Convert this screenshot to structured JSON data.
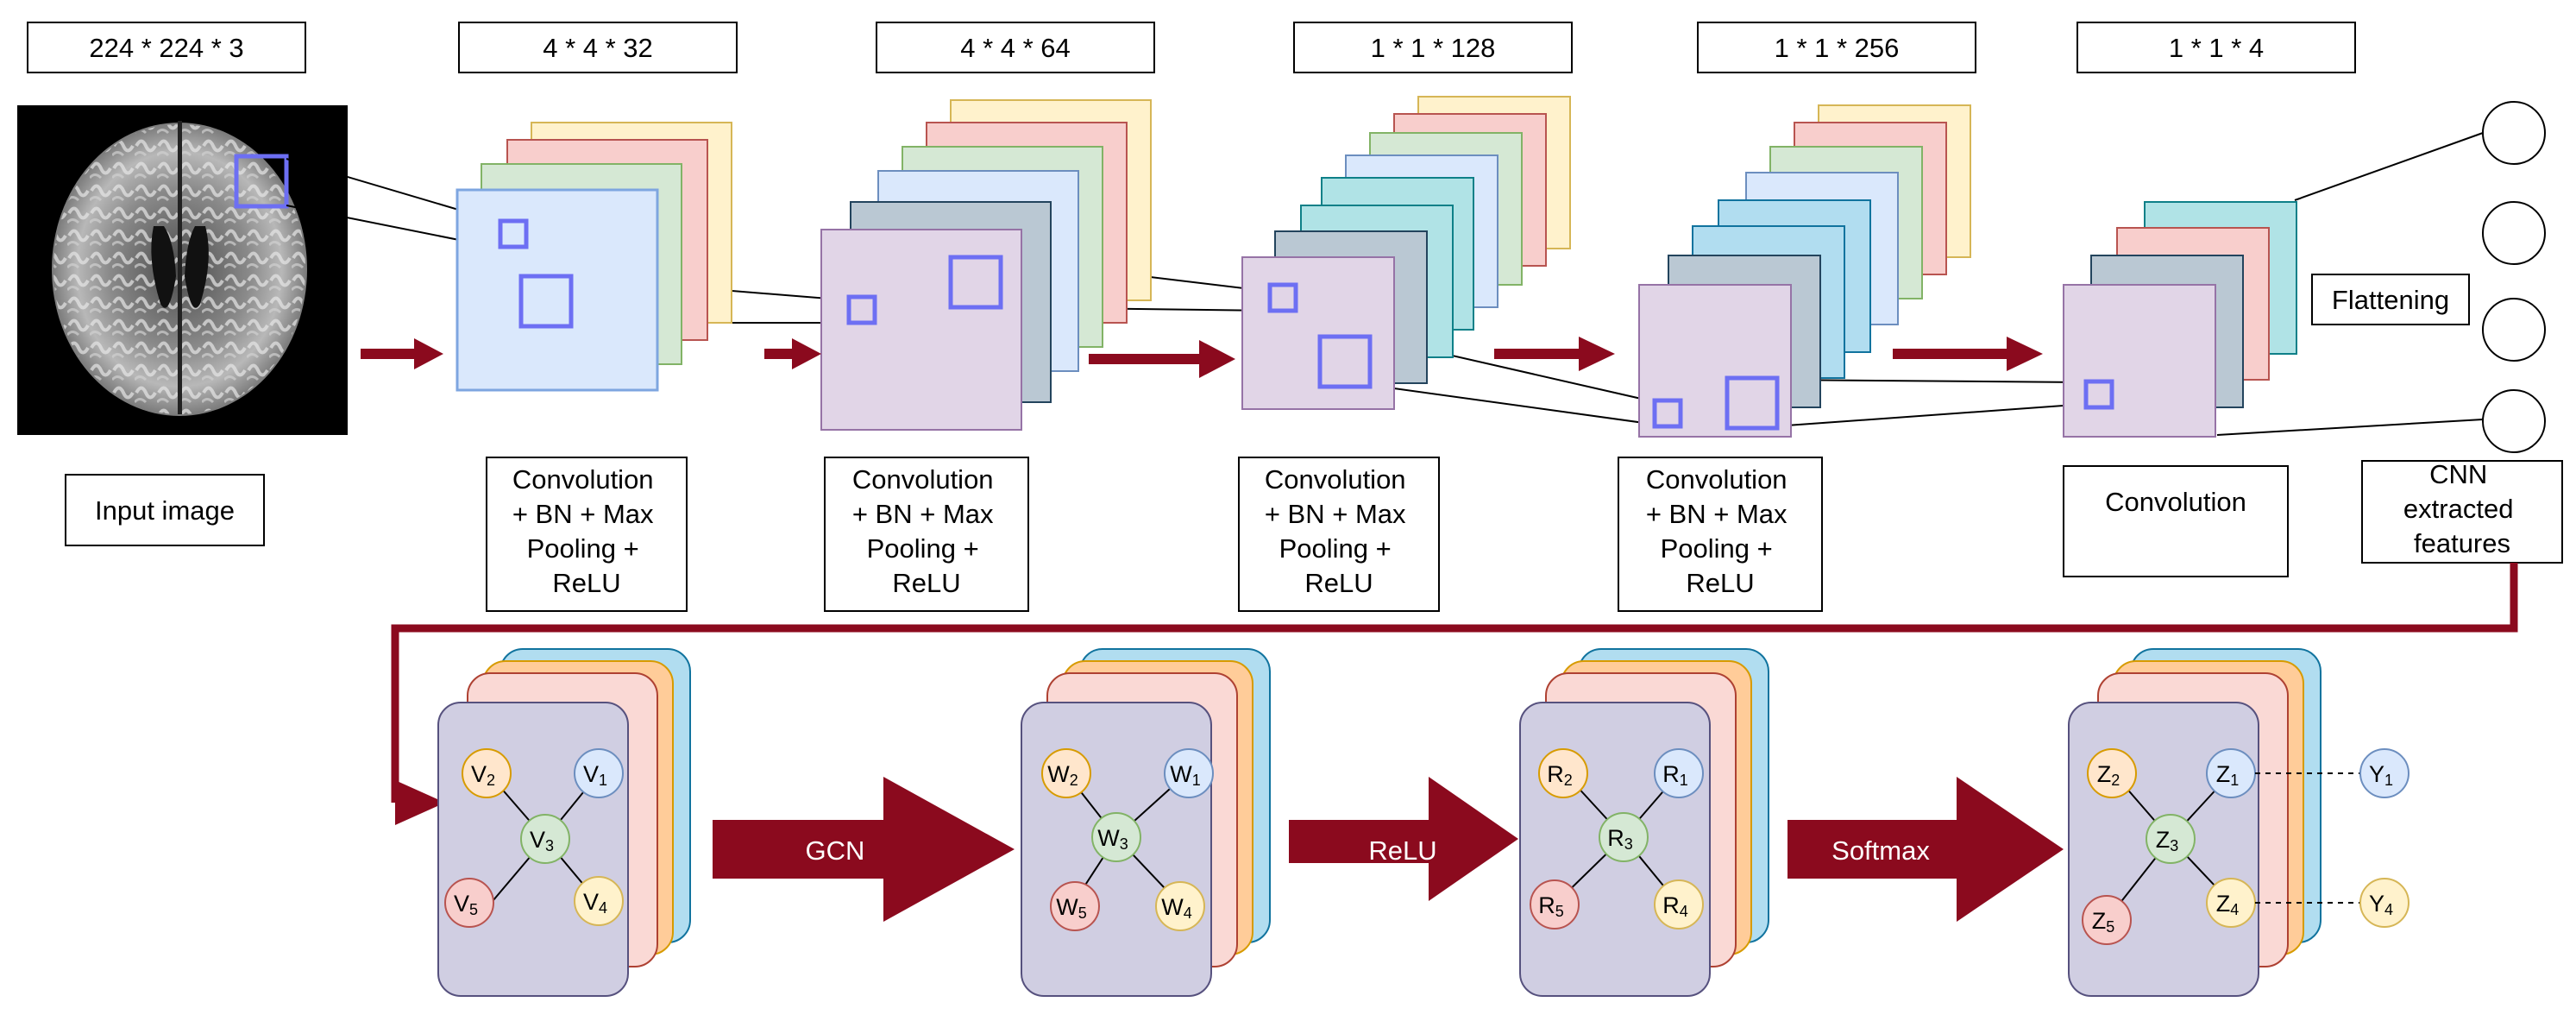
{
  "top": {
    "dims": [
      "224 * 224 * 3",
      "4 * 4 * 32",
      "4 * 4 * 64",
      "1 * 1 * 128",
      "1 * 1 * 256",
      "1 * 1 * 4"
    ],
    "input_label": "Input image",
    "conv_block": [
      "Convolution",
      "+ BN + Max",
      "Pooling +",
      "ReLU"
    ],
    "conv_final": "Convolution",
    "flattening": "Flattening",
    "cnn_features": [
      "CNN",
      "extracted",
      "features"
    ]
  },
  "bottom": {
    "arrows": [
      "GCN",
      "ReLU",
      "Softmax"
    ],
    "graphs": [
      {
        "prefix": "V",
        "nodes": [
          "2",
          "1",
          "3",
          "5",
          "4"
        ]
      },
      {
        "prefix": "W",
        "nodes": [
          "2",
          "1",
          "3",
          "5",
          "4"
        ]
      },
      {
        "prefix": "R",
        "nodes": [
          "2",
          "1",
          "3",
          "5",
          "4"
        ]
      },
      {
        "prefix": "Z",
        "nodes": [
          "2",
          "1",
          "3",
          "5",
          "4"
        ]
      }
    ],
    "outputs": [
      {
        "prefix": "Y",
        "sub": "1"
      },
      {
        "prefix": "Y",
        "sub": "4"
      }
    ]
  },
  "colors": {
    "arrow": "#8b0a1e",
    "node_blue": "#dae8fc",
    "node_orange": "#ffe6cc",
    "node_green": "#d5e8d4",
    "node_red": "#f8cecc",
    "node_yellow": "#fff2cc",
    "fm_purple": "#e1d5e7",
    "fm_blue": "#dae8fc",
    "fm_gray": "#bac8d3",
    "fm_teal": "#b0e3e6",
    "fm_lightblue": "#b1ddf0",
    "fm_green": "#d5e8d4",
    "fm_red": "#f8cecc",
    "fm_yellow": "#fff2cc",
    "card_purple": "#d0cee2",
    "card_red": "#fad9d5",
    "card_orange": "#ffcc99",
    "card_blue": "#b1ddf0"
  }
}
